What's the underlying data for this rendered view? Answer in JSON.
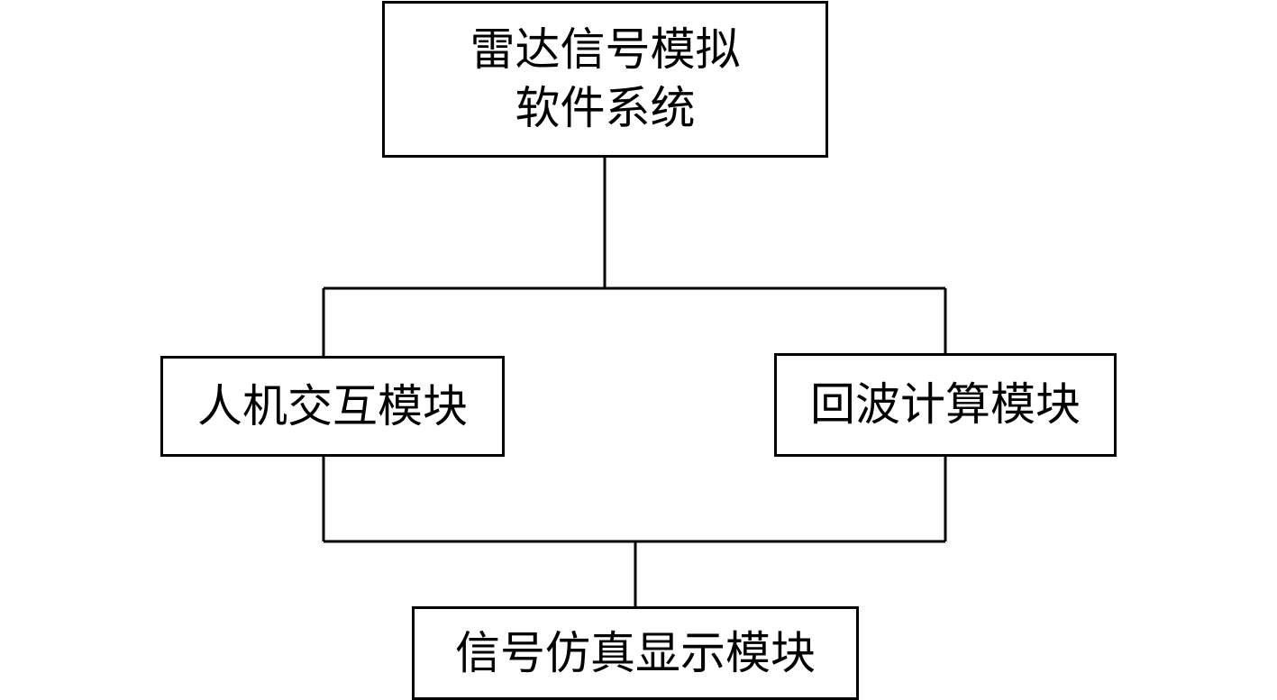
{
  "diagram": {
    "type": "hierarchy",
    "nodes": {
      "root": {
        "lines": [
          "雷达信号模拟",
          "软件系统"
        ]
      },
      "hmi": {
        "label": "人机交互模块"
      },
      "echo": {
        "label": "回波计算模块"
      },
      "display": {
        "label": "信号仿真显示模块"
      }
    },
    "edges": [
      {
        "from": "root",
        "to": "hmi"
      },
      {
        "from": "root",
        "to": "echo"
      },
      {
        "from": "hmi",
        "to": "display"
      },
      {
        "from": "echo",
        "to": "display"
      }
    ]
  }
}
